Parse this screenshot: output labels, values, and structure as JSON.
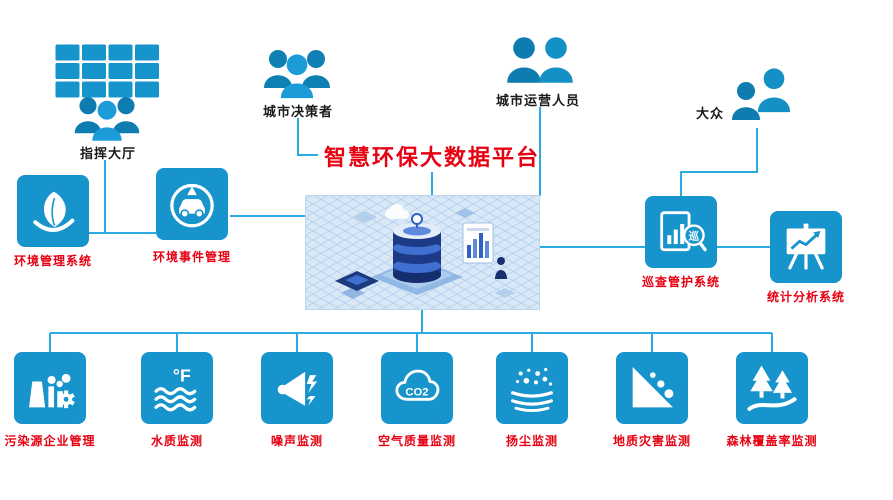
{
  "title": "智慧环保大数据平台",
  "colors": {
    "primary_blue": "#1794cb",
    "title_red": "#e60012",
    "label_red": "#e60012",
    "connector_blue": "#2aabe2",
    "people_dark_blue": "#0e7cb0",
    "people_light_blue": "#1b9cd8"
  },
  "top_groups": [
    {
      "label": "指挥大厅",
      "icon": "video-wall-people-icon"
    },
    {
      "label": "城市决策者",
      "icon": "people-group-icon"
    },
    {
      "label": "城市运营人员",
      "icon": "people-group-icon"
    },
    {
      "label": "大众",
      "icon": "people-group-icon"
    }
  ],
  "side_systems": [
    {
      "label": "环境管理系统",
      "icon": "eco-leaf-icon"
    },
    {
      "label": "环境事件管理",
      "icon": "car-alert-icon"
    },
    {
      "label": "巡查管护系统",
      "icon": "patrol-chart-icon",
      "icon_text": "巡"
    },
    {
      "label": "统计分析系统",
      "icon": "presentation-chart-icon"
    }
  ],
  "bottom_systems": [
    {
      "label": "污染源企业管理",
      "icon": "factory-gear-icon"
    },
    {
      "label": "水质监测",
      "icon": "water-waves-icon",
      "icon_text": "°F"
    },
    {
      "label": "噪声监测",
      "icon": "loudspeaker-icon"
    },
    {
      "label": "空气质量监测",
      "icon": "co2-cloud-icon",
      "icon_text": "CO2"
    },
    {
      "label": "扬尘监测",
      "icon": "dust-particles-icon"
    },
    {
      "label": "地质灾害监测",
      "icon": "landslide-icon"
    },
    {
      "label": "森林覆盖率监测",
      "icon": "forest-icon"
    }
  ]
}
